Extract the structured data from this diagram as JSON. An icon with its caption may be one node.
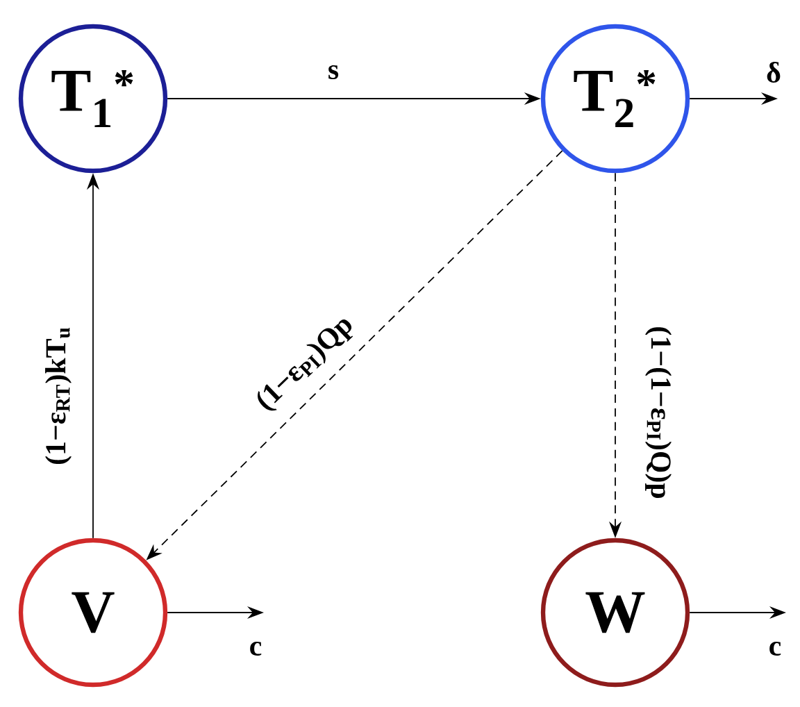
{
  "diagram": {
    "nodes": [
      {
        "text": [
          "T$_{1}$$^{*}$"
        ]
      },
      {
        "text": [
          "T$_{2}$$^{*}$"
        ]
      },
      {
        "text": [
          "V"
        ]
      },
      {
        "text": [
          "W"
        ]
      }
    ],
    "edges": [
      {
        "from": 0,
        "to": 1,
        "arrow": "to",
        "label": "s"
      },
      {
        "from": 2,
        "to": 0,
        "arrow": "to",
        "label": "(1−ε$_{RT}$)kT$_{u}$"
      },
      {
        "from": 1,
        "to": 2,
        "arrow": "to",
        "label": "(1−ε$_{PI}$)Qp",
        "style": "dashed"
      },
      {
        "from": 1,
        "to": 3,
        "arrow": "to",
        "label": "(1−(1−ε$_{PI}$)Q)p",
        "style": "dashed"
      },
      {
        "from": 1,
        "to": null,
        "arrow": "to",
        "label": "δ"
      },
      {
        "from": 2,
        "to": null,
        "arrow": "to",
        "label": "c"
      },
      {
        "from": 3,
        "to": null,
        "arrow": "to",
        "label": "c"
      }
    ]
  }
}
